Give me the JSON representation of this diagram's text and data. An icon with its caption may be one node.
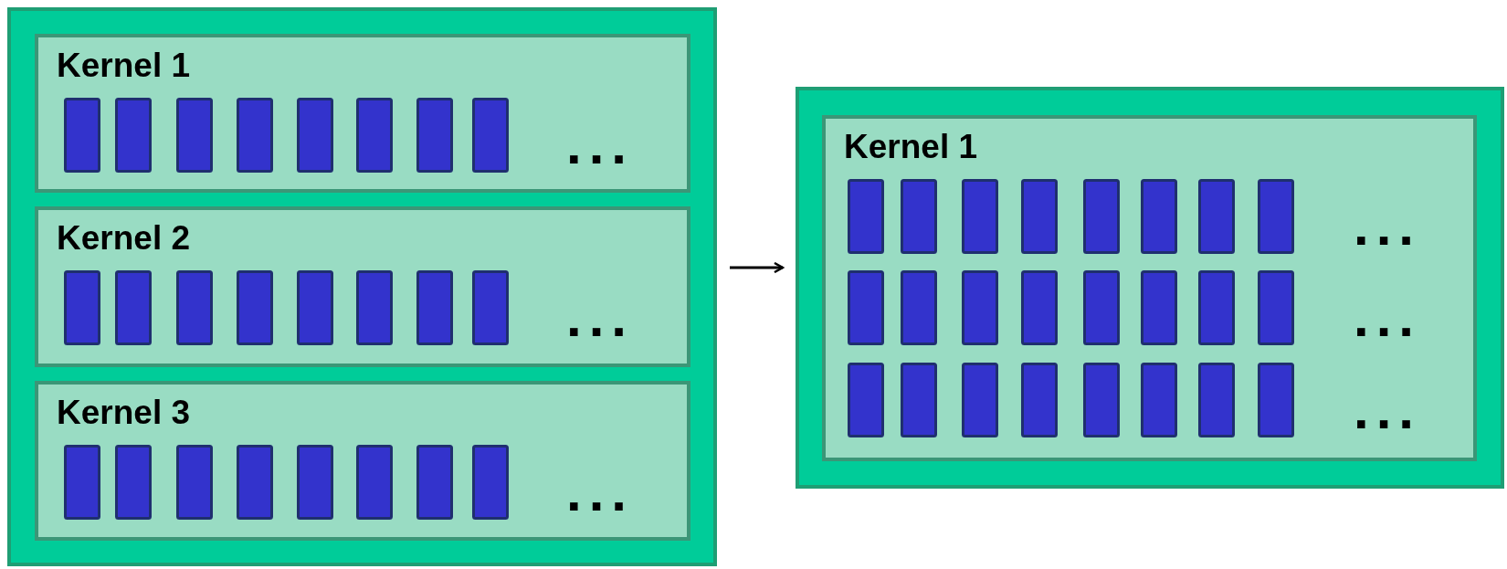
{
  "diagram": {
    "nodes": [
      {
        "text": [],
        "shape": "box"
      },
      {
        "text": [
          "Kernel 1",
          "..."
        ],
        "in": 0
      },
      {
        "text": [
          "Kernel 2",
          "..."
        ],
        "in": 0
      },
      {
        "text": [
          "Kernel 3",
          "..."
        ],
        "in": 0
      },
      {
        "text": [],
        "shape": "box"
      },
      {
        "text": [
          "Kernel 1",
          "...",
          "...",
          "..."
        ],
        "in": 4
      }
    ],
    "edges": [
      {
        "from": 0,
        "to": 4,
        "arrow": "to"
      }
    ]
  }
}
